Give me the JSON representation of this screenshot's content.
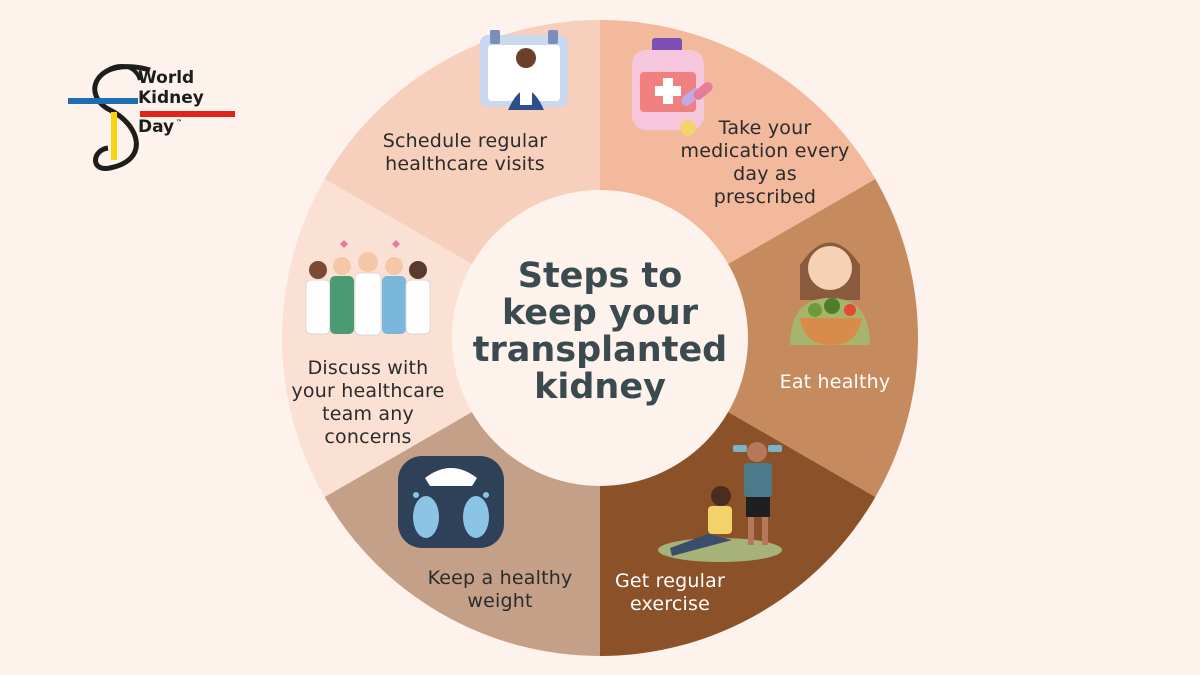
{
  "logo": {
    "line1": "World",
    "line2": "Kidney",
    "line3": "Day",
    "tm": "™"
  },
  "center": {
    "line1": "Steps to",
    "line2": "keep your",
    "line3": "transplanted",
    "line4": "kidney"
  },
  "segments": [
    {
      "lines": [
        "Schedule regular",
        "healthcare visits"
      ],
      "color": "#f6d0bc",
      "icon": "doctor-calendar-icon"
    },
    {
      "lines": [
        "Take your",
        "medication every",
        "day as",
        "prescribed"
      ],
      "color": "#f2b99c",
      "icon": "medicine-bottle-icon"
    },
    {
      "lines": [
        "Eat healthy"
      ],
      "color": "#c58b5e",
      "icon": "woman-salad-icon"
    },
    {
      "lines": [
        "Get regular",
        "exercise"
      ],
      "color": "#8b5128",
      "icon": "exercise-people-icon"
    },
    {
      "lines": [
        "Keep a healthy",
        "weight"
      ],
      "color": "#c5a089",
      "icon": "weight-scale-icon"
    },
    {
      "lines": [
        "Discuss with",
        "your healthcare",
        "team any",
        "concerns"
      ],
      "color": "#fbe1d4",
      "icon": "healthcare-team-icon"
    }
  ],
  "colors": {
    "background": "#fdf2ec",
    "center_circle": "#fdf2ec",
    "title": "#3a4a4e",
    "logo_red": "#e2231a",
    "logo_blue": "#1d6db5",
    "logo_yellow": "#f6d30e"
  }
}
